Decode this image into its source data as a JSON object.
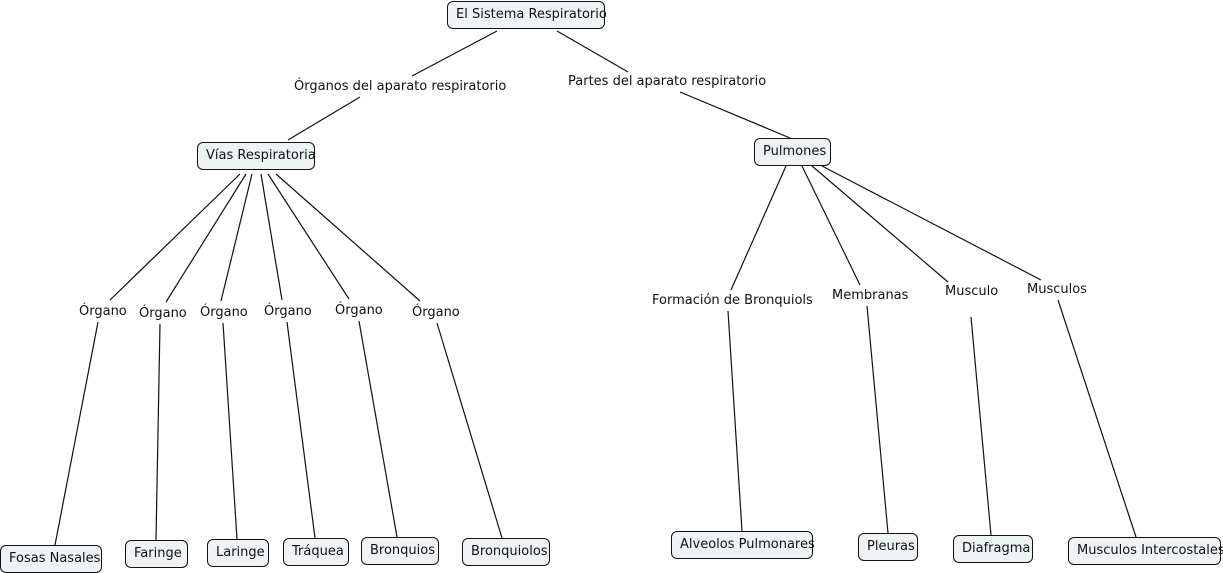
{
  "concepts": {
    "root": "El Sistema Respiratorio",
    "vias": "Vías Respiratoria",
    "pulmones": "Pulmones",
    "fosas": "Fosas Nasales",
    "faringe": "Faringe",
    "laringe": "Laringe",
    "traquea": "Tráquea",
    "bronquios": "Bronquios",
    "bronquiolos": "Bronquiolos",
    "alveolos": "Alveolos Pulmonares",
    "pleuras": "Pleuras",
    "diafragma": "Diafragma",
    "intercostales": "Musculos Intercostales"
  },
  "links": {
    "organos_aparato": "Órganos del aparato respiratorio",
    "partes_aparato": "Partes del aparato respiratorio",
    "organo_1": "Órgano",
    "organo_2": "Órgano",
    "organo_3": "Órgano",
    "organo_4": "Órgano",
    "organo_5": "Órgano",
    "organo_6": "Órgano",
    "formacion": "Formación de Bronquiols",
    "membranas": "Membranas",
    "musculo": "Musculo",
    "musculos": "Musculos"
  }
}
